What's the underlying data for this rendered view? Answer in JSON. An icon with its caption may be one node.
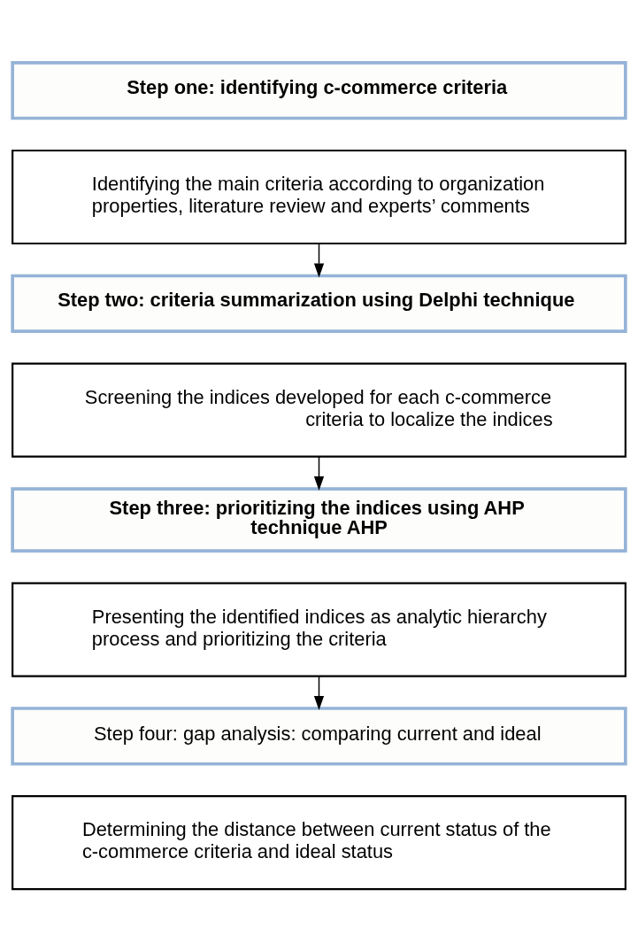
{
  "diagram": {
    "nodes": [
      {
        "text": [
          "Step one: identifying c-commerce criteria"
        ]
      },
      {
        "text": [
          "Identifying the main criteria according to organization properties, literature review and experts’ comments"
        ]
      },
      {
        "text": [
          "Step two: criteria summarization using Delphi technique"
        ]
      },
      {
        "text": [
          "Screening the indices developed for each c-commerce criteria to localize the indices"
        ]
      },
      {
        "text": [
          "Step three: prioritizing the indices using AHP technique AHP"
        ]
      },
      {
        "text": [
          "Presenting the identified indices as analytic hierarchy process and prioritizing the criteria"
        ]
      },
      {
        "text": [
          "Step four: gap analysis: comparing current and ideal"
        ]
      },
      {
        "text": [
          "Determining the distance between current status of the c-commerce criteria and ideal status"
        ]
      }
    ],
    "edges": [
      {
        "from": 1,
        "to": 2,
        "arrow": "to"
      },
      {
        "from": 3,
        "to": 4,
        "arrow": "to"
      },
      {
        "from": 5,
        "to": 6,
        "arrow": "to"
      }
    ]
  }
}
